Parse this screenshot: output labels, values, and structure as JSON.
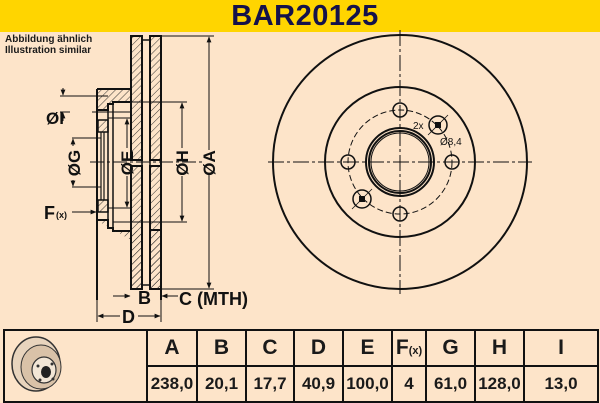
{
  "header": {
    "title": "BAR20125",
    "background": "#ffd500",
    "title_color": "#14124a"
  },
  "note": {
    "line1": "Abbildung ähnlich",
    "line2": "Illustration similar"
  },
  "section_labels": {
    "I": "ØI",
    "G": "ØG",
    "E": "ØE",
    "H": "ØH",
    "A": "ØA",
    "F": "F",
    "F_sub": "(x)",
    "B": "B",
    "C": "C (MTH)",
    "D": "D"
  },
  "front_view": {
    "hole_count_label": "2x",
    "hole_diameter_label": "Ø8,4"
  },
  "table": {
    "thumbnail_icon": "brake-disc-icon",
    "columns": [
      "A",
      "B",
      "C",
      "D",
      "E",
      "F",
      "G",
      "H",
      "I"
    ],
    "column_sub": {
      "F": "(x)"
    },
    "values": [
      "238,0",
      "20,1",
      "17,7",
      "40,9",
      "100,0",
      "4",
      "61,0",
      "128,0",
      "13,0"
    ]
  },
  "colors": {
    "background": "#fde4c9",
    "line": "#111111"
  }
}
